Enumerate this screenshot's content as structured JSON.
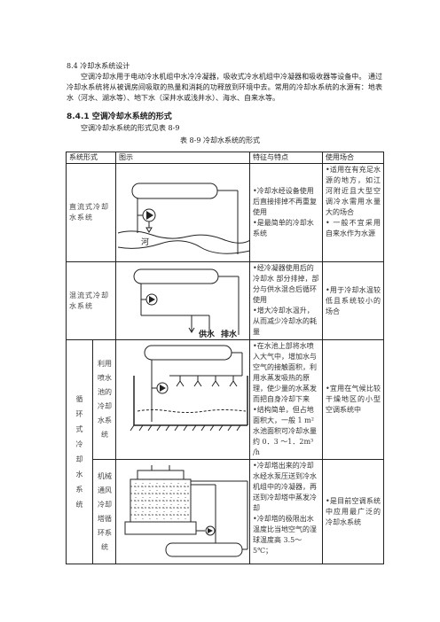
{
  "section": {
    "heading": "8.4  冷却水系统设计",
    "para1": "空调冷却水用于电动冷水机组中水冷冷凝器，吸收式冷水机组中冷凝器和吸收器等设备中。 通过冷却水系统将从被调房间吸取的热量和消耗的功释放到环境中去。常用的冷却水系统的水源有：地表水（河水、湖水等）、地下水（深井水或浅井水）、海水、自来水等。",
    "subheading": "8.4.1 空调冷却水系统的形式",
    "para2": "空调冷却水系统的形式见表 8-9"
  },
  "table": {
    "caption": "表 8-9 冷却水系统的形式",
    "headers": [
      "系统形式",
      "图示",
      "特征与特点",
      "使用场合"
    ],
    "rows": [
      {
        "type": "直流式冷却水系统",
        "features": "•冷却水经设备使用后直接排掉不再重复使用\n•是最简单的冷却水系统",
        "use": "•适用在有充足水源的地方，如江河附近且大型空调冷水需用水量大的场合\n• 一般不宜采用自来水作为水源",
        "figure_label": "河"
      },
      {
        "type": "混流式冷却水系统",
        "features": "•经冷凝器使用后的冷却水 部分排掉，部分与供水混合后循环使用\n•增大冷却水温升，从而减少冷却水的耗量",
        "use": "•用于冷却水温较低且系统较小的场合",
        "figure_labels": [
          "供水",
          "排水"
        ]
      }
    ],
    "circulating": {
      "group": "循环式冷却水系统",
      "subrows": [
        {
          "type": "利用喷水池的冷却水系统",
          "features": "•在水池上部将水喷入大气中，增加水与空气的接触面积，利用水蒸发吸热的原理，使少量的水蒸发而把自身冷却下来\n•结构简单，但占地面积大，一般 1 m²水池面积可冷却水量约 0．3 ～1．2m³ /h",
          "use": "•宜用在气候比较干燥地区的小型空调系统中"
        },
        {
          "type": "机械通风冷却塔循环系统",
          "features": "•冷却塔出来的冷却水经水泵压送到冷水机组中的冷凝器，再送到冷却塔中蒸发冷却\n•冷却塔的极限出水温度比当地空气的湿球温度高 3.5～ 5℃；",
          "use": "•是目前空调系统中应用最广泛的冷却水系统"
        }
      ]
    }
  }
}
